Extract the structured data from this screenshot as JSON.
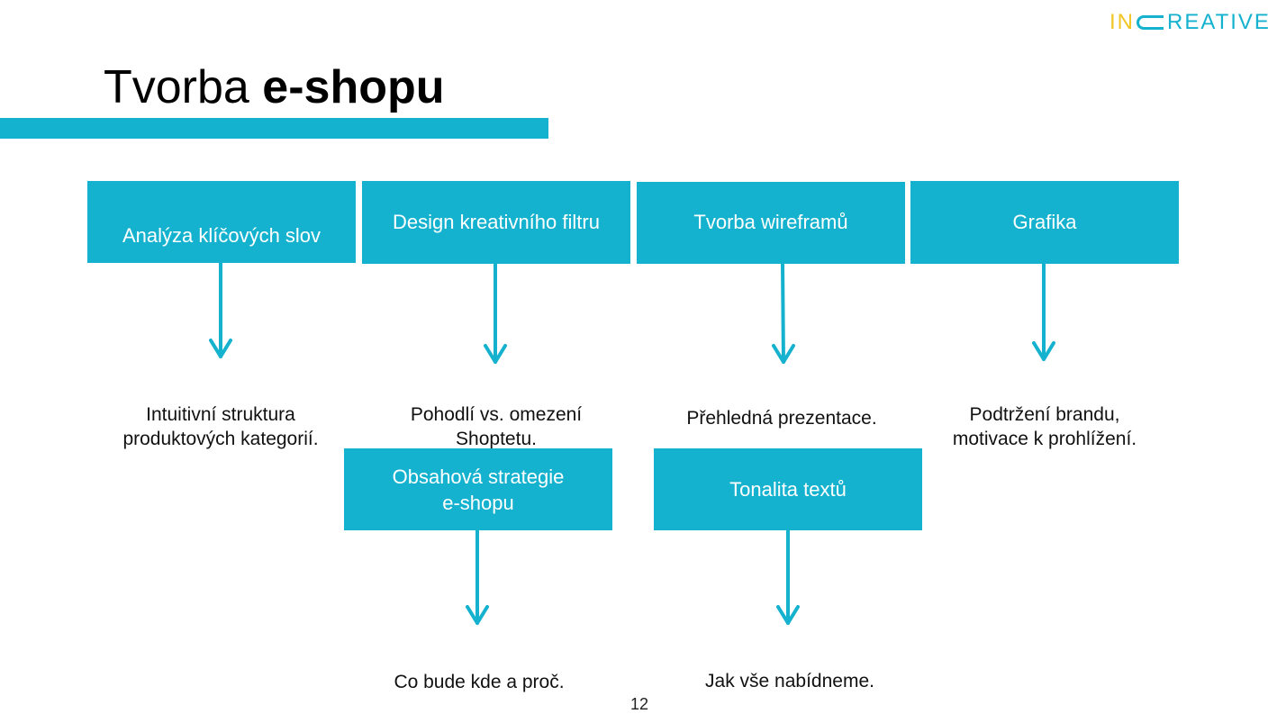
{
  "logo": {
    "part1": "IN",
    "part2": "REATIVE"
  },
  "title": {
    "light": "Tvorba ",
    "bold": "e-shopu"
  },
  "steps": [
    {
      "label": "Analýza klíčových slov",
      "description": "Intuitivní struktura\nproduktových kategorií."
    },
    {
      "label": "Design kreativního filtru",
      "description": "Pohodlí vs. omezení\nShoptetu."
    },
    {
      "label": "Tvorba wireframů",
      "description": "Přehledná prezentace."
    },
    {
      "label": "Grafika",
      "description": "Podtržení brandu,\nmotivace k prohlížení."
    },
    {
      "label": "Obsahová strategie\ne-shopu",
      "description": "Co bude kde a proč."
    },
    {
      "label": "Tonalita textů",
      "description": "Jak vše nabídneme."
    }
  ],
  "page_number": "12",
  "colors": {
    "accent": "#14b2cf",
    "logo_yellow": "#f2c624"
  }
}
